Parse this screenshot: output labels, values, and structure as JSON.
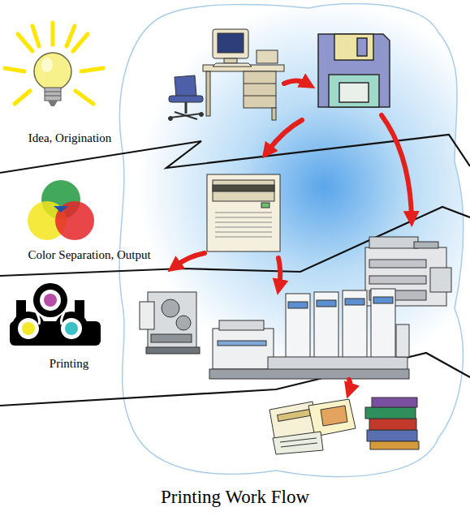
{
  "diagram": {
    "caption": "Printing Work Flow",
    "labels": [
      "Idea, Origination",
      "Color Separation, Output",
      "Printing"
    ]
  }
}
